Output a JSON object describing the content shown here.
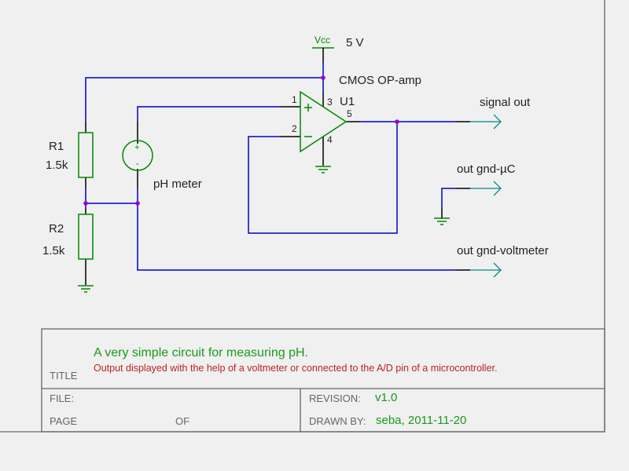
{
  "schematic": {
    "components": {
      "power": {
        "label": "Vcc",
        "value": "5 V"
      },
      "opamp": {
        "ref": "U1",
        "description": "CMOS OP-amp",
        "pins": {
          "non_inverting": "1",
          "inverting": "2",
          "vcc": "3",
          "gnd": "4",
          "out": "5"
        }
      },
      "r1": {
        "ref": "R1",
        "value": "1.5k"
      },
      "r2": {
        "ref": "R2",
        "value": "1.5k"
      },
      "source": {
        "label": "pH meter",
        "plus": "+",
        "minus": "-"
      }
    },
    "ports": [
      {
        "label": "signal out"
      },
      {
        "label": "out gnd-µC"
      },
      {
        "label": "out gnd-voltmeter"
      }
    ],
    "colors": {
      "wire": "#0000cc",
      "component": "#008800",
      "junction": "#9900cc",
      "port": "#008888",
      "pin": "#000000"
    }
  },
  "title_block": {
    "title_label": "TITLE",
    "title": "A very simple circuit for measuring pH.",
    "subtitle": "Output displayed with the help of a voltmeter or connected to the A/D pin of a microcontroller.",
    "file_label": "FILE:",
    "file_value": "",
    "page_label": "PAGE",
    "of_label": "OF",
    "revision_label": "REVISION:",
    "revision_value": "v1.0",
    "drawn_by_label": "DRAWN BY:",
    "drawn_by_value": "seba, 2011-11-20"
  }
}
